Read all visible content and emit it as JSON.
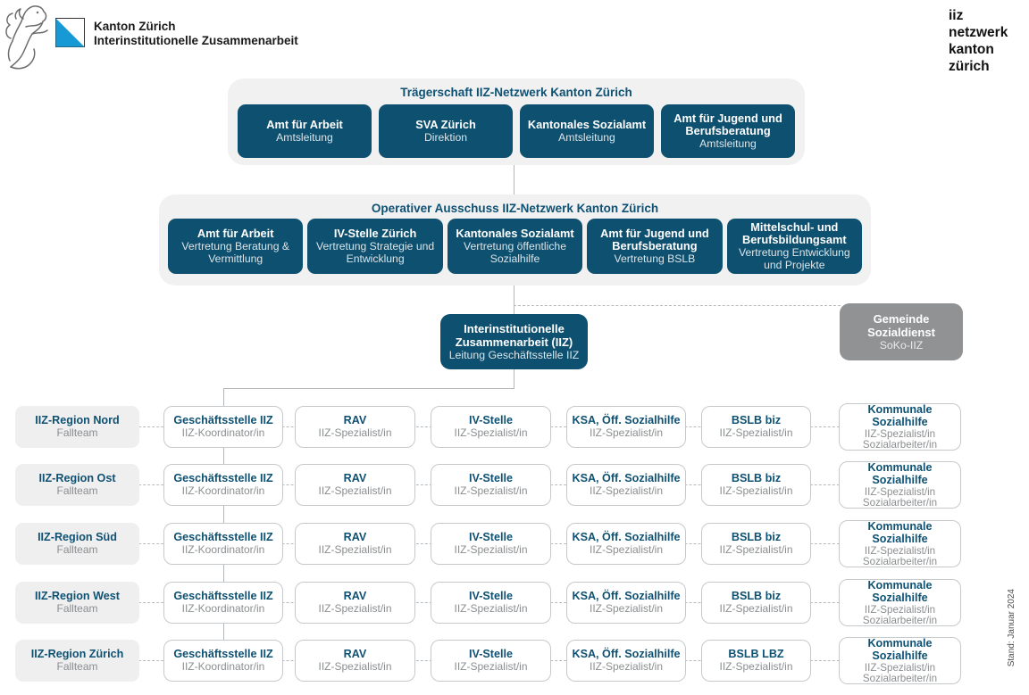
{
  "header": {
    "logo_title": "Kanton Zürich",
    "logo_subtitle": "Interinstitutionelle Zusammenarbeit",
    "wordmark_lines": {
      "l1": "iiz",
      "l2": "netzwerk",
      "l3": "kanton",
      "l4": "zürich"
    }
  },
  "traegerschaft": {
    "title": "Trägerschaft IIZ-Netzwerk Kanton Zürich",
    "boxes": [
      {
        "title": "Amt für Arbeit",
        "subtitle": "Amtsleitung"
      },
      {
        "title": "SVA Zürich",
        "subtitle": "Direktion"
      },
      {
        "title": "Kantonales Sozialamt",
        "subtitle": "Amtsleitung"
      },
      {
        "title": "Amt für Jugend und Berufsberatung",
        "subtitle": "Amtsleitung"
      }
    ]
  },
  "ausschuss": {
    "title": "Operativer Ausschuss IIZ-Netzwerk Kanton Zürich",
    "boxes": [
      {
        "title": "Amt für Arbeit",
        "subtitle": "Vertretung Beratung & Vermittlung"
      },
      {
        "title": "IV-Stelle Zürich",
        "subtitle": "Vertretung Strategie und Entwicklung"
      },
      {
        "title": "Kantonales Sozialamt",
        "subtitle": "Vertretung öffentliche Sozialhilfe"
      },
      {
        "title": "Amt für Jugend und Berufsberatung",
        "subtitle": "Vertretung BSLB"
      },
      {
        "title": "Mittelschul- und Berufsbildungsamt",
        "subtitle": "Vertretung Entwicklung und Projekte"
      }
    ]
  },
  "iiz_box": {
    "title_line1": "Interinstitutionelle",
    "title_line2": "Zusammenarbeit (IIZ)",
    "subtitle": "Leitung Geschäftsstelle IIZ"
  },
  "gemeinde_box": {
    "title": "Gemeinde Sozialdienst",
    "subtitle": "SoKo-IIZ"
  },
  "rows": [
    {
      "label": "IIZ-Region Nord",
      "sublabel": "Fallteam",
      "cells": [
        {
          "title": "Geschäftsstelle IIZ",
          "sub": "IIZ-Koordinator/in"
        },
        {
          "title": "RAV",
          "sub": "IIZ-Spezialist/in"
        },
        {
          "title": "IV-Stelle",
          "sub": "IIZ-Spezialist/in"
        },
        {
          "title": "KSA, Öff. Sozialhilfe",
          "sub": "IIZ-Spezialist/in"
        },
        {
          "title": "BSLB biz",
          "sub": "IIZ-Spezialist/in"
        },
        {
          "title": "Kommunale Sozialhilfe",
          "sub": "IIZ-Spezialist/in",
          "sub2": "Sozialarbeiter/in"
        }
      ]
    },
    {
      "label": "IIZ-Region Ost",
      "sublabel": "Fallteam",
      "cells": [
        {
          "title": "Geschäftsstelle IIZ",
          "sub": "IIZ-Koordinator/in"
        },
        {
          "title": "RAV",
          "sub": "IIZ-Spezialist/in"
        },
        {
          "title": "IV-Stelle",
          "sub": "IIZ-Spezialist/in"
        },
        {
          "title": "KSA, Öff. Sozialhilfe",
          "sub": "IIZ-Spezialist/in"
        },
        {
          "title": "BSLB biz",
          "sub": "IIZ-Spezialist/in"
        },
        {
          "title": "Kommunale Sozialhilfe",
          "sub": "IIZ-Spezialist/in",
          "sub2": "Sozialarbeiter/in"
        }
      ]
    },
    {
      "label": "IIZ-Region Süd",
      "sublabel": "Fallteam",
      "cells": [
        {
          "title": "Geschäftsstelle IIZ",
          "sub": "IIZ-Koordinator/in"
        },
        {
          "title": "RAV",
          "sub": "IIZ-Spezialist/in"
        },
        {
          "title": "IV-Stelle",
          "sub": "IIZ-Spezialist/in"
        },
        {
          "title": "KSA, Öff. Sozialhilfe",
          "sub": "IIZ-Spezialist/in"
        },
        {
          "title": "BSLB biz",
          "sub": "IIZ-Spezialist/in"
        },
        {
          "title": "Kommunale Sozialhilfe",
          "sub": "IIZ-Spezialist/in",
          "sub2": "Sozialarbeiter/in"
        }
      ]
    },
    {
      "label": "IIZ-Region West",
      "sublabel": "Fallteam",
      "cells": [
        {
          "title": "Geschäftsstelle IIZ",
          "sub": "IIZ-Koordinator/in"
        },
        {
          "title": "RAV",
          "sub": "IIZ-Spezialist/in"
        },
        {
          "title": "IV-Stelle",
          "sub": "IIZ-Spezialist/in"
        },
        {
          "title": "KSA, Öff. Sozialhilfe",
          "sub": "IIZ-Spezialist/in"
        },
        {
          "title": "BSLB biz",
          "sub": "IIZ-Spezialist/in"
        },
        {
          "title": "Kommunale Sozialhilfe",
          "sub": "IIZ-Spezialist/in",
          "sub2": "Sozialarbeiter/in"
        }
      ]
    },
    {
      "label": "IIZ-Region Zürich",
      "sublabel": "Fallteam",
      "cells": [
        {
          "title": "Geschäftsstelle IIZ",
          "sub": "IIZ-Koordinator/in"
        },
        {
          "title": "RAV",
          "sub": "IIZ-Spezialist/in"
        },
        {
          "title": "IV-Stelle",
          "sub": "IIZ-Spezialist/in"
        },
        {
          "title": "KSA, Öff. Sozialhilfe",
          "sub": "IIZ-Spezialist/in"
        },
        {
          "title": "BSLB LBZ",
          "sub": "IIZ-Spezialist/in"
        },
        {
          "title": "Kommunale Sozialhilfe",
          "sub": "IIZ-Spezialist/in",
          "sub2": "Sozialarbeiter/in"
        }
      ]
    }
  ],
  "footer": {
    "stand": "Stand: Januar 2024"
  },
  "colors": {
    "dark_blue": "#0e506f",
    "title_blue": "#0e5173",
    "group_gray": "#f1f1f2",
    "region_gray": "#efeff0",
    "gemeinde_gray": "#909294",
    "line_gray": "#b4b7b9",
    "flag_blue": "#1799d6"
  }
}
